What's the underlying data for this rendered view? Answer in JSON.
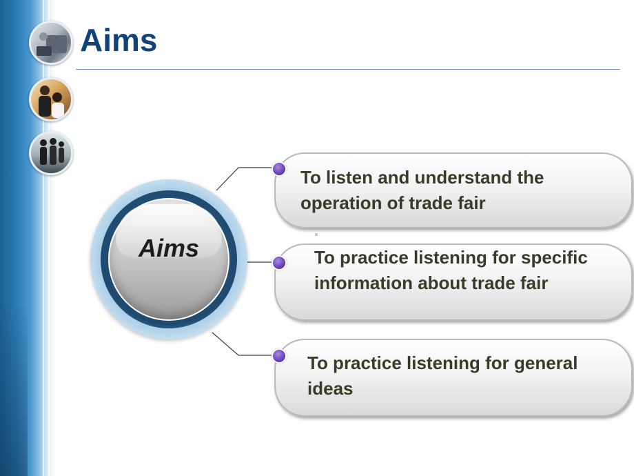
{
  "slide": {
    "title": "Aims",
    "hub_label": "Aims",
    "aims": [
      "To listen and understand the operation of trade fair",
      "To practice listening for specific information about trade fair",
      "To practice listening for general ideas"
    ]
  },
  "sidebar": {
    "photos": [
      {
        "icon": "office-equipment-photo"
      },
      {
        "icon": "businesspeople-photo"
      },
      {
        "icon": "commuters-photo"
      }
    ]
  },
  "colors": {
    "title": "#10437a",
    "sidebar": "#2a7ab4",
    "bullet": "#6a3fb8",
    "box_text": "#3a3a28"
  }
}
